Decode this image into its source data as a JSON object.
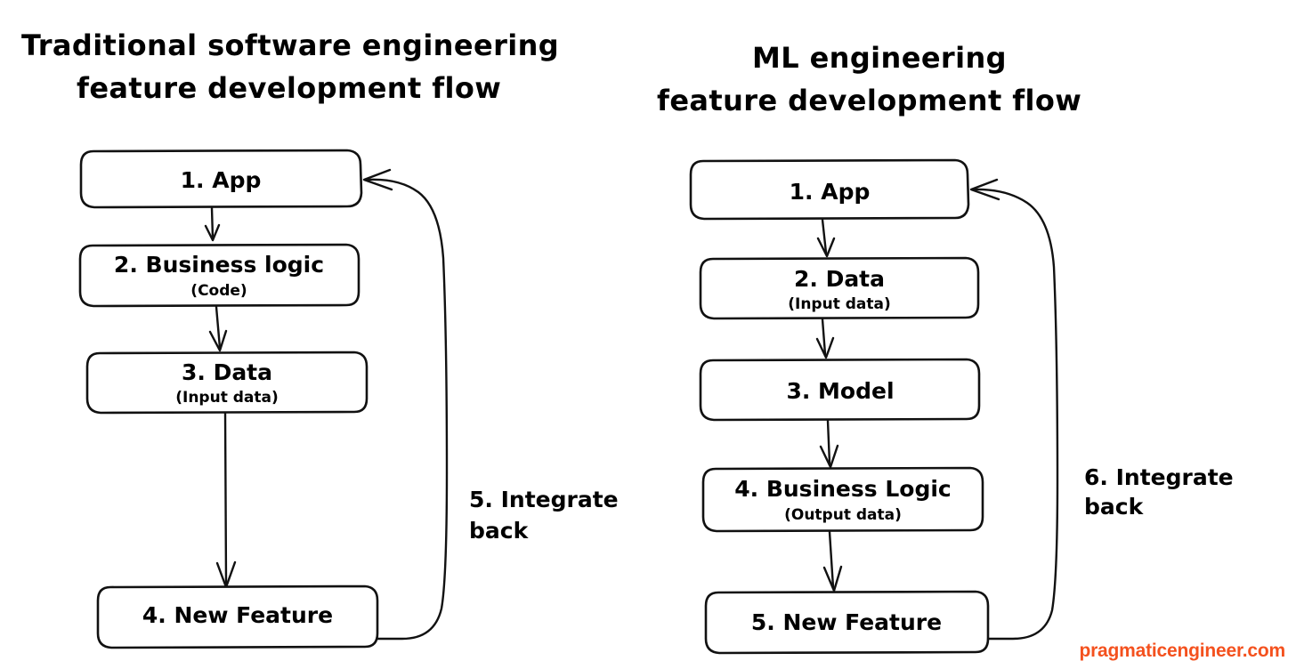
{
  "page": {
    "background_color": "#ffffff",
    "ink_color": "#111111"
  },
  "diagrams": [
    {
      "id": "traditional",
      "title_line1": "Traditional software engineering",
      "title_line2": "feature development flow",
      "nodes": [
        {
          "id": "t1",
          "label": "1. App",
          "sublabel": ""
        },
        {
          "id": "t2",
          "label": "2. Business logic",
          "sublabel": "(Code)"
        },
        {
          "id": "t3",
          "label": "3. Data",
          "sublabel": "(Input data)"
        },
        {
          "id": "t4",
          "label": "4. New Feature",
          "sublabel": ""
        }
      ],
      "loop_label_line1": "5. Integrate",
      "loop_label_line2": "back"
    },
    {
      "id": "ml",
      "title_line1": "ML engineering",
      "title_line2": "feature development flow",
      "nodes": [
        {
          "id": "m1",
          "label": "1. App",
          "sublabel": ""
        },
        {
          "id": "m2",
          "label": "2. Data",
          "sublabel": "(Input data)"
        },
        {
          "id": "m3",
          "label": "3. Model",
          "sublabel": ""
        },
        {
          "id": "m4",
          "label": "4. Business Logic",
          "sublabel": "(Output data)"
        },
        {
          "id": "m5",
          "label": "5. New Feature",
          "sublabel": ""
        }
      ],
      "loop_label_line1": "6. Integrate",
      "loop_label_line2": "back"
    }
  ],
  "watermark": {
    "text": "pragmaticengineer.com",
    "color": "#f4511e"
  }
}
